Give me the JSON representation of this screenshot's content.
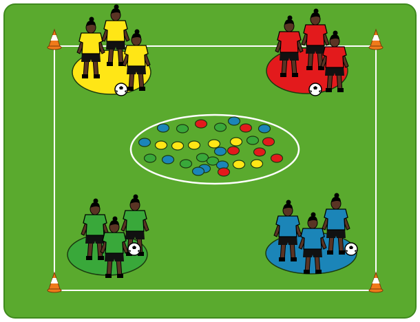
{
  "colors": {
    "background": "#ffffff",
    "pitch": "#5aaa2e",
    "pitch_border": "#3f8a1e",
    "lines": "#ffffff",
    "cone": "#f07a1a",
    "cone_stripe": "#ffffff",
    "skin": "#5a3424",
    "shorts": "#111111",
    "ball": "#ffffff"
  },
  "teams": [
    {
      "id": "yellow",
      "color": "#ffe616",
      "shirt": "#ffe616",
      "players": 3
    },
    {
      "id": "red",
      "color": "#e31a1c",
      "shirt": "#e31a1c",
      "players": 3
    },
    {
      "id": "green",
      "color": "#39a83a",
      "shirt": "#39a83a",
      "players": 3
    },
    {
      "id": "blue",
      "color": "#1b85b8",
      "shirt": "#1b85b8",
      "players": 3
    }
  ],
  "center_discs": [
    "#1b85b8",
    "#39a83a",
    "#e31a1c",
    "#39a83a",
    "#1b85b8",
    "#e31a1c",
    "#1b85b8",
    "#1b85b8",
    "#ffe616",
    "#ffe616",
    "#ffe616",
    "#ffe616",
    "#ffe616",
    "#39a83a",
    "#e31a1c",
    "#39a83a",
    "#1b85b8",
    "#39a83a",
    "#39a83a",
    "#1b85b8",
    "#e31a1c",
    "#e31a1c",
    "#1b85b8",
    "#39a83a",
    "#1b85b8",
    "#ffe616",
    "#ffe616",
    "#e31a1c",
    "#1b85b8",
    "#e31a1c"
  ],
  "cones": [
    "top-left",
    "top-right",
    "bottom-left",
    "bottom-right"
  ]
}
